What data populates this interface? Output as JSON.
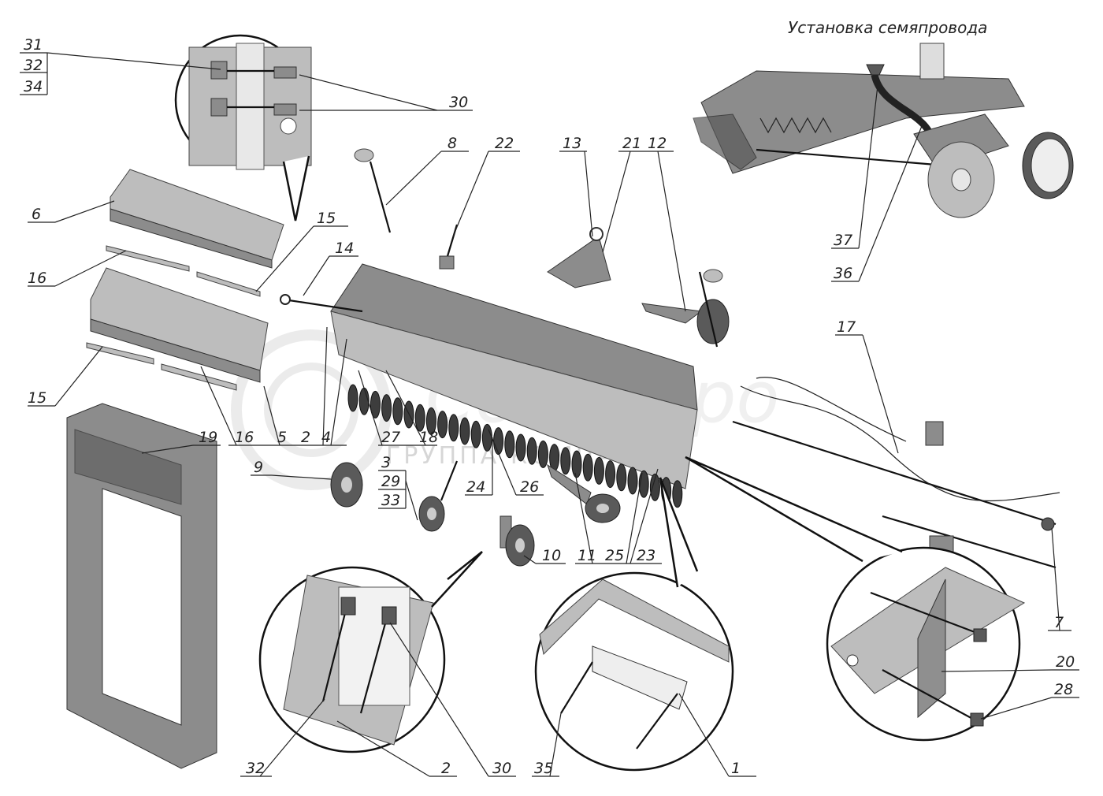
{
  "title": "Установка семяпровода",
  "watermark": "ГРУППА КОМПАНИЙ",
  "labels": {
    "l1": "1",
    "l2a": "2",
    "l2b": "2",
    "l3": "3",
    "l4": "4",
    "l5": "5",
    "l6": "6",
    "l7": "7",
    "l8": "8",
    "l9": "9",
    "l10": "10",
    "l11": "11",
    "l12": "12",
    "l13": "13",
    "l14": "14",
    "l15a": "15",
    "l15b": "15",
    "l16a": "16",
    "l16b": "16",
    "l17": "17",
    "l18": "18",
    "l19": "19",
    "l20": "20",
    "l21": "21",
    "l22": "22",
    "l23": "23",
    "l24": "24",
    "l25": "25",
    "l26": "26",
    "l27": "27",
    "l28": "28",
    "l29": "29",
    "l30a": "30",
    "l30b": "30",
    "l31": "31",
    "l32a": "32",
    "l32b": "32",
    "l33": "33",
    "l34": "34",
    "l35": "35",
    "l36": "36",
    "l37": "37"
  }
}
